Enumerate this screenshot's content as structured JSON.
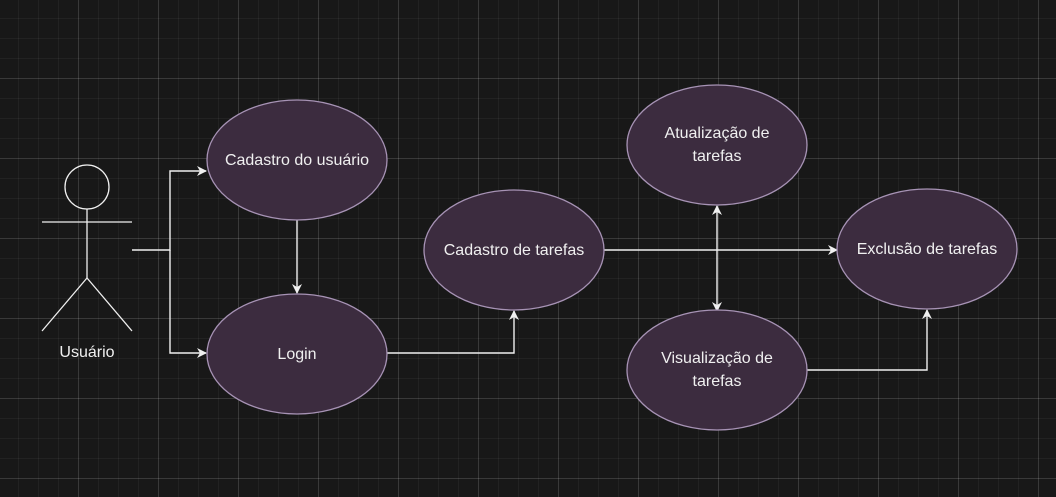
{
  "diagram": {
    "type": "use-case",
    "actor": {
      "name": "Usuário"
    },
    "use_cases": {
      "cadastro_usuario": "Cadastro do usuário",
      "login": "Login",
      "cadastro_tarefas": "Cadastro de tarefas",
      "atualizacao_tarefas": "Atualização de\ntarefas",
      "visualizacao_tarefas": "Visualização de\ntarefas",
      "exclusao_tarefas": "Exclusão de tarefas"
    },
    "edges": [
      {
        "from": "actor",
        "to": "cadastro_usuario"
      },
      {
        "from": "actor",
        "to": "login"
      },
      {
        "from": "cadastro_usuario",
        "to": "login"
      },
      {
        "from": "login",
        "to": "cadastro_tarefas"
      },
      {
        "from": "cadastro_tarefas",
        "to": "exclusao_tarefas"
      },
      {
        "from": "atualizacao_tarefas",
        "to": "visualizacao_tarefas",
        "bidirectional": true
      },
      {
        "from": "visualizacao_tarefas",
        "to": "exclusao_tarefas"
      }
    ]
  },
  "colors": {
    "background": "#181818",
    "ellipse_fill": "#3c2c3f",
    "ellipse_stroke": "#a793b5",
    "line": "#f0f0f0",
    "text": "#f0f0f0"
  }
}
